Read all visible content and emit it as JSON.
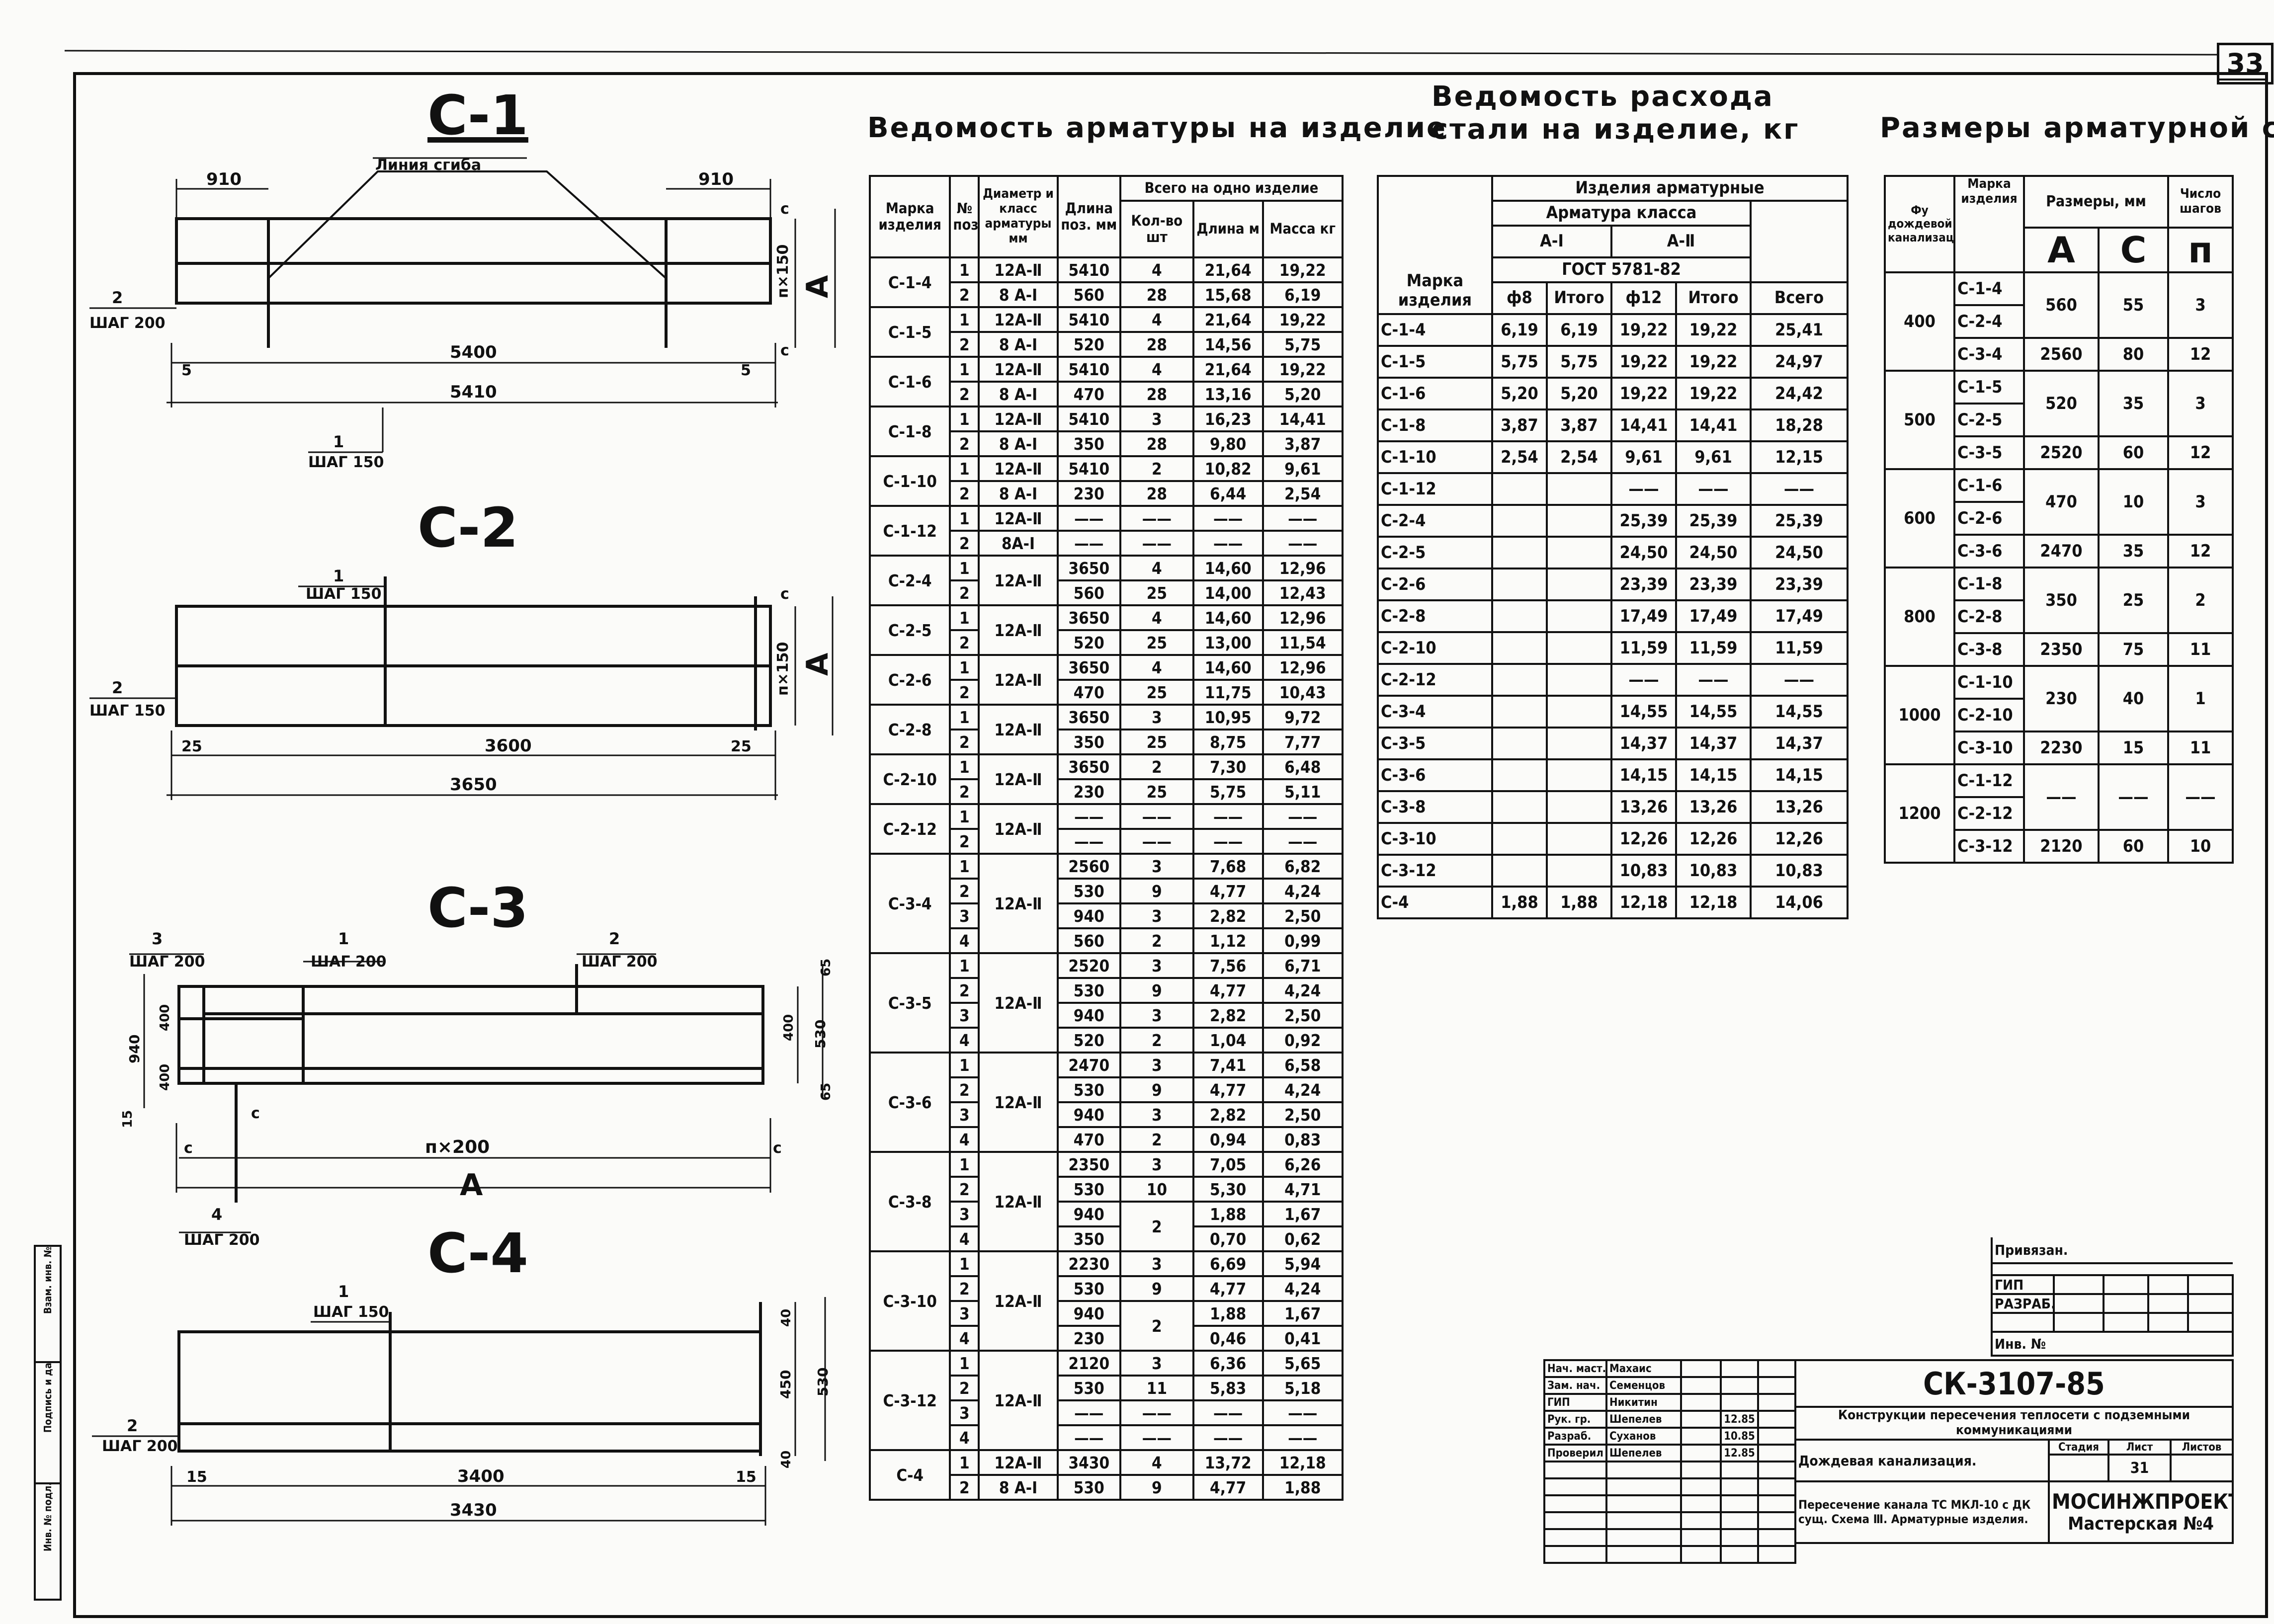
{
  "sheet": {
    "number": "33"
  },
  "drawings": {
    "c1": {
      "title": "С-1",
      "bend_line_label": "Линия сгиба",
      "dim_left": "910",
      "dim_right": "910",
      "dim_c_top": "с",
      "dim_c_bottom": "с",
      "dim_n150": "п×150",
      "dim_A": "А",
      "pos2_label": "2",
      "pos2_step": "ШАГ 200",
      "dim_5_left": "5",
      "dim_5_right": "5",
      "dim_inner": "5400",
      "dim_total": "5410",
      "pos1_label": "1",
      "pos1_step": "ШАГ 150"
    },
    "c2": {
      "title": "С-2",
      "pos1_label": "1",
      "pos1_step": "ШАГ 150",
      "pos2_label": "2",
      "pos2_step": "ШАГ 150",
      "dim_c": "с",
      "dim_n150": "п×150",
      "dim_A": "А",
      "dim_25_left": "25",
      "dim_25_right": "25",
      "dim_inner": "3600",
      "dim_total": "3650"
    },
    "c3": {
      "title": "С-3",
      "pos3_label": "3",
      "pos3_step": "ШАГ 200",
      "pos1_label": "1",
      "pos1_step": "ШАГ 200",
      "pos2_label": "2",
      "pos2_step": "ШАГ 200",
      "dim_65_top": "65",
      "dim_65_bottom": "65",
      "dim_400_a": "400",
      "dim_400_b": "400",
      "dim_400_c": "400",
      "dim_940": "940",
      "dim_530": "530",
      "dim_15": "15",
      "dim_c_small": "с",
      "dim_c_left": "с",
      "dim_c_right": "с",
      "dim_n200": "п×200",
      "dim_A": "А",
      "pos4_label": "4",
      "pos4_step": "ШАГ 200"
    },
    "c4": {
      "title": "С-4",
      "pos1_label": "1",
      "pos1_step": "ШАГ 150",
      "pos2_label": "2",
      "pos2_step": "ШАГ 200",
      "dim_40_top": "40",
      "dim_40_bottom": "40",
      "dim_450": "450",
      "dim_530": "530",
      "dim_15_left": "15",
      "dim_15_right": "15",
      "dim_inner": "3400",
      "dim_total": "3430"
    }
  },
  "schedule": {
    "title": "Ведомость арматуры на изделие",
    "headers": {
      "mark": "Марка изделия",
      "pos": "№ поз",
      "diam": "Диаметр и класс арматуры мм",
      "length": "Длина поз. мм",
      "total": "Всего на одно изделие",
      "qty": "Кол-во шт",
      "len_m": "Длина м",
      "mass": "Масса кг"
    },
    "groups": [
      {
        "mark": "С-1-4",
        "rows": [
          {
            "pos": "1",
            "diam": "12А-Ⅱ",
            "len": "5410",
            "qty": "4",
            "lm": "21,64",
            "kg": "19,22"
          },
          {
            "pos": "2",
            "diam": "8 А-Ⅰ",
            "len": "560",
            "qty": "28",
            "lm": "15,68",
            "kg": "6,19"
          }
        ]
      },
      {
        "mark": "С-1-5",
        "rows": [
          {
            "pos": "1",
            "diam": "12А-Ⅱ",
            "len": "5410",
            "qty": "4",
            "lm": "21,64",
            "kg": "19,22"
          },
          {
            "pos": "2",
            "diam": "8 А-Ⅰ",
            "len": "520",
            "qty": "28",
            "lm": "14,56",
            "kg": "5,75"
          }
        ]
      },
      {
        "mark": "С-1-6",
        "rows": [
          {
            "pos": "1",
            "diam": "12А-Ⅱ",
            "len": "5410",
            "qty": "4",
            "lm": "21,64",
            "kg": "19,22"
          },
          {
            "pos": "2",
            "diam": "8 А-Ⅰ",
            "len": "470",
            "qty": "28",
            "lm": "13,16",
            "kg": "5,20"
          }
        ]
      },
      {
        "mark": "С-1-8",
        "rows": [
          {
            "pos": "1",
            "diam": "12А-Ⅱ",
            "len": "5410",
            "qty": "3",
            "lm": "16,23",
            "kg": "14,41"
          },
          {
            "pos": "2",
            "diam": "8 А-Ⅰ",
            "len": "350",
            "qty": "28",
            "lm": "9,80",
            "kg": "3,87"
          }
        ]
      },
      {
        "mark": "С-1-10",
        "rows": [
          {
            "pos": "1",
            "diam": "12А-Ⅱ",
            "len": "5410",
            "qty": "2",
            "lm": "10,82",
            "kg": "9,61"
          },
          {
            "pos": "2",
            "diam": "8 А-Ⅰ",
            "len": "230",
            "qty": "28",
            "lm": "6,44",
            "kg": "2,54"
          }
        ]
      },
      {
        "mark": "С-1-12",
        "rows": [
          {
            "pos": "1",
            "diam": "12А-Ⅱ",
            "len": "——",
            "qty": "——",
            "lm": "——",
            "kg": "——"
          },
          {
            "pos": "2",
            "diam": "8А-Ⅰ",
            "len": "——",
            "qty": "——",
            "lm": "——",
            "kg": "——"
          }
        ]
      },
      {
        "mark": "С-2-4",
        "diam_all": "12А-Ⅱ",
        "rows": [
          {
            "pos": "1",
            "len": "3650",
            "qty": "4",
            "lm": "14,60",
            "kg": "12,96"
          },
          {
            "pos": "2",
            "len": "560",
            "qty": "25",
            "lm": "14,00",
            "kg": "12,43"
          }
        ]
      },
      {
        "mark": "С-2-5",
        "diam_all": "12А-Ⅱ",
        "rows": [
          {
            "pos": "1",
            "len": "3650",
            "qty": "4",
            "lm": "14,60",
            "kg": "12,96"
          },
          {
            "pos": "2",
            "len": "520",
            "qty": "25",
            "lm": "13,00",
            "kg": "11,54"
          }
        ]
      },
      {
        "mark": "С-2-6",
        "diam_all": "12А-Ⅱ",
        "rows": [
          {
            "pos": "1",
            "len": "3650",
            "qty": "4",
            "lm": "14,60",
            "kg": "12,96"
          },
          {
            "pos": "2",
            "len": "470",
            "qty": "25",
            "lm": "11,75",
            "kg": "10,43"
          }
        ]
      },
      {
        "mark": "С-2-8",
        "diam_all": "12А-Ⅱ",
        "rows": [
          {
            "pos": "1",
            "len": "3650",
            "qty": "3",
            "lm": "10,95",
            "kg": "9,72"
          },
          {
            "pos": "2",
            "len": "350",
            "qty": "25",
            "lm": "8,75",
            "kg": "7,77"
          }
        ]
      },
      {
        "mark": "С-2-10",
        "diam_all": "12А-Ⅱ",
        "rows": [
          {
            "pos": "1",
            "len": "3650",
            "qty": "2",
            "lm": "7,30",
            "kg": "6,48"
          },
          {
            "pos": "2",
            "len": "230",
            "qty": "25",
            "lm": "5,75",
            "kg": "5,11"
          }
        ]
      },
      {
        "mark": "С-2-12",
        "diam_all": "12А-Ⅱ",
        "rows": [
          {
            "pos": "1",
            "len": "——",
            "qty": "——",
            "lm": "——",
            "kg": "——"
          },
          {
            "pos": "2",
            "len": "——",
            "qty": "——",
            "lm": "——",
            "kg": "——"
          }
        ]
      },
      {
        "mark": "С-3-4",
        "diam_all": "12А-Ⅱ",
        "rows": [
          {
            "pos": "1",
            "len": "2560",
            "qty": "3",
            "lm": "7,68",
            "kg": "6,82"
          },
          {
            "pos": "2",
            "len": "530",
            "qty": "9",
            "lm": "4,77",
            "kg": "4,24"
          },
          {
            "pos": "3",
            "len": "940",
            "qty": "3",
            "lm": "2,82",
            "kg": "2,50"
          },
          {
            "pos": "4",
            "len": "560",
            "qty": "2",
            "lm": "1,12",
            "kg": "0,99"
          }
        ]
      },
      {
        "mark": "С-3-5",
        "diam_all": "12А-Ⅱ",
        "rows": [
          {
            "pos": "1",
            "len": "2520",
            "qty": "3",
            "lm": "7,56",
            "kg": "6,71"
          },
          {
            "pos": "2",
            "len": "530",
            "qty": "9",
            "lm": "4,77",
            "kg": "4,24"
          },
          {
            "pos": "3",
            "len": "940",
            "qty": "3",
            "lm": "2,82",
            "kg": "2,50"
          },
          {
            "pos": "4",
            "len": "520",
            "qty": "2",
            "lm": "1,04",
            "kg": "0,92"
          }
        ]
      },
      {
        "mark": "С-3-6",
        "diam_all": "12А-Ⅱ",
        "rows": [
          {
            "pos": "1",
            "len": "2470",
            "qty": "3",
            "lm": "7,41",
            "kg": "6,58"
          },
          {
            "pos": "2",
            "len": "530",
            "qty": "9",
            "lm": "4,77",
            "kg": "4,24"
          },
          {
            "pos": "3",
            "len": "940",
            "qty": "3",
            "lm": "2,82",
            "kg": "2,50"
          },
          {
            "pos": "4",
            "len": "470",
            "qty": "2",
            "lm": "0,94",
            "kg": "0,83"
          }
        ]
      },
      {
        "mark": "С-3-8",
        "diam_all": "12А-Ⅱ",
        "qty_merge": "2",
        "rows": [
          {
            "pos": "1",
            "len": "2350",
            "qty": "3",
            "lm": "7,05",
            "kg": "6,26"
          },
          {
            "pos": "2",
            "len": "530",
            "qty": "10",
            "lm": "5,30",
            "kg": "4,71"
          },
          {
            "pos": "3",
            "len": "940",
            "qty": "",
            "lm": "1,88",
            "kg": "1,67"
          },
          {
            "pos": "4",
            "len": "350",
            "qty": "",
            "lm": "0,70",
            "kg": "0,62"
          }
        ]
      },
      {
        "mark": "С-3-10",
        "diam_all": "12А-Ⅱ",
        "qty_merge": "2",
        "rows": [
          {
            "pos": "1",
            "len": "2230",
            "qty": "3",
            "lm": "6,69",
            "kg": "5,94"
          },
          {
            "pos": "2",
            "len": "530",
            "qty": "9",
            "lm": "4,77",
            "kg": "4,24"
          },
          {
            "pos": "3",
            "len": "940",
            "qty": "",
            "lm": "1,88",
            "kg": "1,67"
          },
          {
            "pos": "4",
            "len": "230",
            "qty": "",
            "lm": "0,46",
            "kg": "0,41"
          }
        ]
      },
      {
        "mark": "С-3-12",
        "diam_all": "12А-Ⅱ",
        "rows": [
          {
            "pos": "1",
            "len": "2120",
            "qty": "3",
            "lm": "6,36",
            "kg": "5,65"
          },
          {
            "pos": "2",
            "len": "530",
            "qty": "11",
            "lm": "5,83",
            "kg": "5,18"
          },
          {
            "pos": "3",
            "len": "——",
            "qty": "——",
            "lm": "——",
            "kg": "——"
          },
          {
            "pos": "4",
            "len": "——",
            "qty": "——",
            "lm": "——",
            "kg": "——"
          }
        ]
      },
      {
        "mark": "С-4",
        "rows": [
          {
            "pos": "1",
            "diam": "12А-Ⅱ",
            "len": "3430",
            "qty": "4",
            "lm": "13,72",
            "kg": "12,18"
          },
          {
            "pos": "2",
            "diam": "8 А-Ⅰ",
            "len": "530",
            "qty": "9",
            "lm": "4,77",
            "kg": "1,88"
          }
        ]
      }
    ]
  },
  "steel": {
    "title_line1": "Ведомость расхода",
    "title_line2": "стали на изделие, кг",
    "headers": {
      "mark": "Марка изделия",
      "items": "Изделия арматурные",
      "rebar_class": "Арматура класса",
      "a1": "А-Ⅰ",
      "a2": "А-Ⅱ",
      "gost": "ГОСТ 5781-82",
      "d8": "ф8",
      "total1": "Итого",
      "d12": "ф12",
      "total2": "Итого",
      "all": "Всего"
    },
    "rows": [
      {
        "mark": "С-1-4",
        "d8": "6,19",
        "t1": "6,19",
        "d12": "19,22",
        "t2": "19,22",
        "all": "25,41"
      },
      {
        "mark": "С-1-5",
        "d8": "5,75",
        "t1": "5,75",
        "d12": "19,22",
        "t2": "19,22",
        "all": "24,97"
      },
      {
        "mark": "С-1-6",
        "d8": "5,20",
        "t1": "5,20",
        "d12": "19,22",
        "t2": "19,22",
        "all": "24,42"
      },
      {
        "mark": "С-1-8",
        "d8": "3,87",
        "t1": "3,87",
        "d12": "14,41",
        "t2": "14,41",
        "all": "18,28"
      },
      {
        "mark": "С-1-10",
        "d8": "2,54",
        "t1": "2,54",
        "d12": "9,61",
        "t2": "9,61",
        "all": "12,15"
      },
      {
        "mark": "С-1-12",
        "d8": "",
        "t1": "",
        "d12": "——",
        "t2": "——",
        "all": "——"
      },
      {
        "mark": "С-2-4",
        "d8": "",
        "t1": "",
        "d12": "25,39",
        "t2": "25,39",
        "all": "25,39"
      },
      {
        "mark": "С-2-5",
        "d8": "",
        "t1": "",
        "d12": "24,50",
        "t2": "24,50",
        "all": "24,50"
      },
      {
        "mark": "С-2-6",
        "d8": "",
        "t1": "",
        "d12": "23,39",
        "t2": "23,39",
        "all": "23,39"
      },
      {
        "mark": "С-2-8",
        "d8": "",
        "t1": "",
        "d12": "17,49",
        "t2": "17,49",
        "all": "17,49"
      },
      {
        "mark": "С-2-10",
        "d8": "",
        "t1": "",
        "d12": "11,59",
        "t2": "11,59",
        "all": "11,59"
      },
      {
        "mark": "С-2-12",
        "d8": "",
        "t1": "",
        "d12": "——",
        "t2": "——",
        "all": "——"
      },
      {
        "mark": "С-3-4",
        "d8": "",
        "t1": "",
        "d12": "14,55",
        "t2": "14,55",
        "all": "14,55"
      },
      {
        "mark": "С-3-5",
        "d8": "",
        "t1": "",
        "d12": "14,37",
        "t2": "14,37",
        "all": "14,37"
      },
      {
        "mark": "С-3-6",
        "d8": "",
        "t1": "",
        "d12": "14,15",
        "t2": "14,15",
        "all": "14,15"
      },
      {
        "mark": "С-3-8",
        "d8": "",
        "t1": "",
        "d12": "13,26",
        "t2": "13,26",
        "all": "13,26"
      },
      {
        "mark": "С-3-10",
        "d8": "",
        "t1": "",
        "d12": "12,26",
        "t2": "12,26",
        "all": "12,26"
      },
      {
        "mark": "С-3-12",
        "d8": "",
        "t1": "",
        "d12": "10,83",
        "t2": "10,83",
        "all": "10,83"
      },
      {
        "mark": "С-4",
        "d8": "1,88",
        "t1": "1,88",
        "d12": "12,18",
        "t2": "12,18",
        "all": "14,06"
      }
    ]
  },
  "mesh": {
    "title": "Размеры арматурной сетки",
    "headers": {
      "du": "Фу дождевой канализации",
      "mark": "Марка изделия",
      "dims": "Размеры, мм",
      "steps": "Число шагов",
      "A": "А",
      "C": "С",
      "n": "п"
    },
    "groups": [
      {
        "du": "400",
        "marks": [
          "С-1-4",
          "С-2-4",
          "С-3-4"
        ],
        "A1": "560",
        "C1": "55",
        "n1": "3",
        "A2": "2560",
        "C2": "80",
        "n2": "12"
      },
      {
        "du": "500",
        "marks": [
          "С-1-5",
          "С-2-5",
          "С-3-5"
        ],
        "A1": "520",
        "C1": "35",
        "n1": "3",
        "A2": "2520",
        "C2": "60",
        "n2": "12"
      },
      {
        "du": "600",
        "marks": [
          "С-1-6",
          "С-2-6",
          "С-3-6"
        ],
        "A1": "470",
        "C1": "10",
        "n1": "3",
        "A2": "2470",
        "C2": "35",
        "n2": "12"
      },
      {
        "du": "800",
        "marks": [
          "С-1-8",
          "С-2-8",
          "С-3-8"
        ],
        "A1": "350",
        "C1": "25",
        "n1": "2",
        "A2": "2350",
        "C2": "75",
        "n2": "11"
      },
      {
        "du": "1000",
        "marks": [
          "С-1-10",
          "С-2-10",
          "С-3-10"
        ],
        "A1": "230",
        "C1": "40",
        "n1": "1",
        "A2": "2230",
        "C2": "15",
        "n2": "11"
      },
      {
        "du": "1200",
        "marks": [
          "С-1-12",
          "С-2-12",
          "С-3-12"
        ],
        "A1": "——",
        "C1": "——",
        "n1": "——",
        "A2": "2120",
        "C2": "60",
        "n2": "10"
      }
    ]
  },
  "stamp_small": {
    "bound": "Привязан.",
    "gip": "ГИП",
    "razrab": "РАЗРАБ.",
    "inv": "Инв. №"
  },
  "side_stamp": {
    "inv_orig": "Инв. № подл.",
    "sign_date": "Подпись и дата",
    "inv_repl": "Взам. инв. №"
  },
  "titleblock": {
    "code": "СК-3107-85",
    "description": "Конструкции пересечения теплосети с подземными коммуникациями",
    "section": "Дождевая канализация.",
    "sheet_title": "Пересечение канала ТС МКЛ-10 с ДК сущ. Схема Ⅲ. Арматурные изделия.",
    "org_line1": "МОСИНЖПРОЕКТ",
    "org_line2": "Мастерская №4",
    "stage_label": "Стадия",
    "sheet_label": "Лист",
    "sheets_label": "Листов",
    "sheet_value": "31",
    "people": [
      {
        "role": "Нач. маст.",
        "name": "Махаис",
        "date": ""
      },
      {
        "role": "Зам. нач.",
        "name": "Семенцов",
        "date": ""
      },
      {
        "role": "ГИП",
        "name": "Никитин",
        "date": ""
      },
      {
        "role": "Рук. гр.",
        "name": "Шепелев",
        "date": "12.85"
      },
      {
        "role": "Разраб.",
        "name": "Суханов",
        "date": "10.85"
      },
      {
        "role": "Проверил",
        "name": "Шепелев",
        "date": "12.85"
      }
    ]
  }
}
